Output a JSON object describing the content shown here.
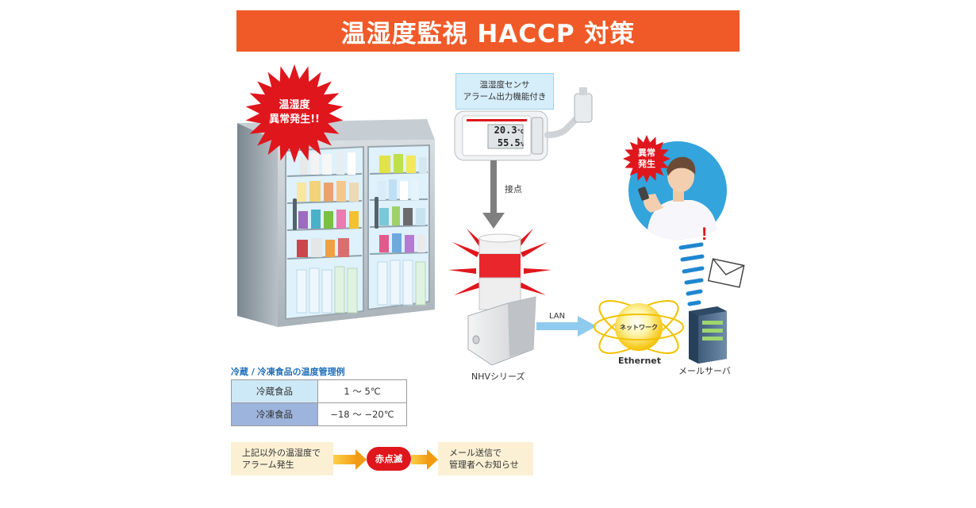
{
  "banner": {
    "title": "温湿度監視 HACCP 対策"
  },
  "alert_burst": {
    "line1": "温湿度",
    "line2": "異常発生!!"
  },
  "sensor": {
    "label_line1": "温湿度センサ",
    "label_line2": "アラーム出力機能付き",
    "temperature": "20.3",
    "temperature_unit": "°C",
    "humidity": "55.5",
    "humidity_unit": "%"
  },
  "connection_label": "接点",
  "device_label": "NHVシリーズ",
  "lan_label": "LAN",
  "network": {
    "inner": "ネットワーク",
    "label": "Ethernet"
  },
  "server_label": "メールサーバ",
  "person_burst": {
    "line1": "異常",
    "line2": "発生"
  },
  "table": {
    "title": "冷蔵 / 冷凍食品の温度管理例",
    "rows": [
      {
        "name": "冷蔵食品",
        "range": "1 〜 5℃",
        "color": "#cde8f6"
      },
      {
        "name": "冷凍食品",
        "range": "−18 〜 −20℃",
        "color": "#9db4dc"
      }
    ]
  },
  "flow": {
    "left_line1": "上記以外の温湿度で",
    "left_line2": "アラーム発生",
    "badge": "赤点滅",
    "right_line1": "メール送信で",
    "right_line2": "管理者へお知らせ"
  },
  "colors": {
    "banner": "#f05a28",
    "alert_red": "#e0161d",
    "arrow_blue": "#8fcbef",
    "flow_orange": "#f7a21b"
  }
}
